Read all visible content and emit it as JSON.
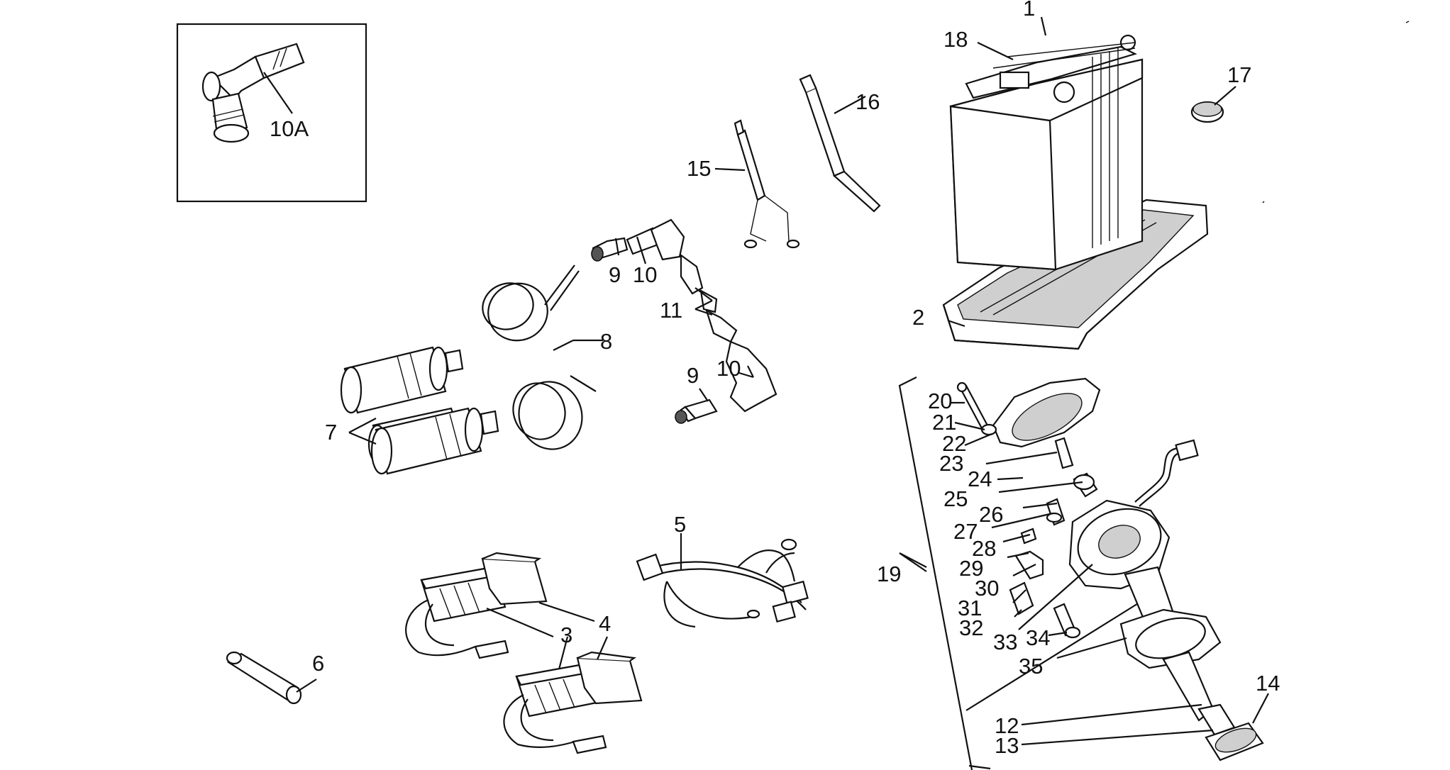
{
  "labels": {
    "l1": "1",
    "l2": "2",
    "l3": "3",
    "l4": "4",
    "l5": "5",
    "l6": "6",
    "l7": "7",
    "l8": "8",
    "l9a": "9",
    "l9b": "9",
    "l10a": "10",
    "l10b": "10",
    "l10A": "10A",
    "l11": "11",
    "l12": "12",
    "l13": "13",
    "l14": "14",
    "l15": "15",
    "l16": "16",
    "l17": "17",
    "l18": "18",
    "l19": "19",
    "l20": "20",
    "l21": "21",
    "l22": "22",
    "l23": "23",
    "l24": "24",
    "l25": "25",
    "l26": "26",
    "l27": "27",
    "l28": "28",
    "l29": "29",
    "l30": "30",
    "l31": "31",
    "l32": "32",
    "l33": "33",
    "l34": "34",
    "l35": "35"
  }
}
